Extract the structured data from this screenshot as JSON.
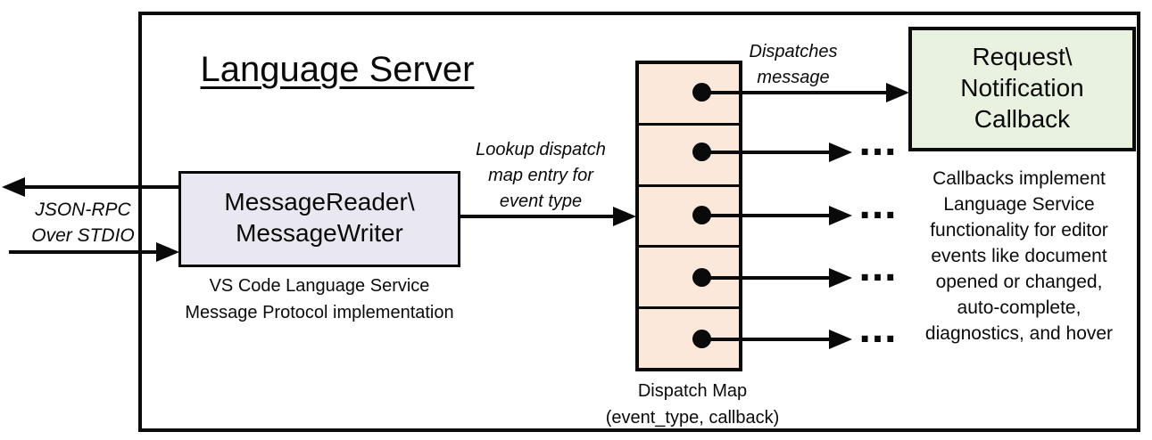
{
  "title": "Language Server",
  "stdio_label": "JSON-RPC\nOver STDIO",
  "reader_box": {
    "label": "MessageReader\\\nMessageWriter",
    "caption": "VS Code Language Service\nMessage Protocol implementation"
  },
  "lookup_label": "Lookup dispatch\nmap entry for\nevent type",
  "dispatches_label": "Dispatches\nmessage",
  "dispatch_map": {
    "caption": "Dispatch Map\n(event_type, callback)",
    "row_count": 5
  },
  "callback_box": {
    "label": "Request\\\nNotification\nCallback"
  },
  "callbacks_note": "Callbacks implement\nLanguage Service\nfunctionality for editor\nevents like document\nopened or changed,\nauto-complete,\ndiagnostics, and hover",
  "ellipsis": "...",
  "colors": {
    "ink": "#0a0a0a",
    "reader_fill": "#e9e8f0",
    "dispatch_fill": "#fbe8da",
    "callback_fill": "#e9f1e0"
  }
}
